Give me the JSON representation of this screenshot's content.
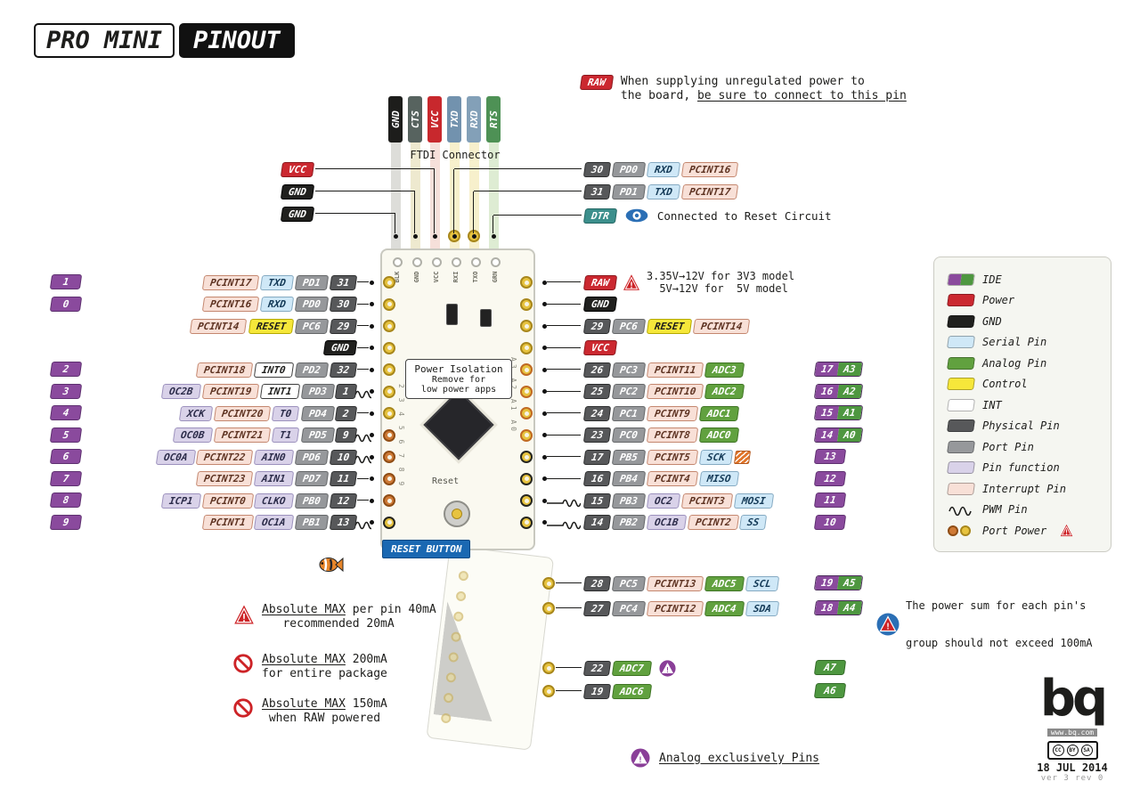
{
  "title": {
    "left": "PRO MINI",
    "right": "PINOUT"
  },
  "raw_note": {
    "badge": "RAW",
    "line1": "When supplying unregulated power to",
    "line2_pre": "the board, ",
    "line2_underlined": "be sure to connect to this pin"
  },
  "ftdi": {
    "label": "FTDI Connector",
    "pins": [
      {
        "label": "GND",
        "color": "#1d1d1b",
        "stripe": "#bcbcb4"
      },
      {
        "label": "CTS",
        "color": "#57635f",
        "stripe": "#ddd3a0"
      },
      {
        "label": "VCC",
        "color": "#c8282d",
        "stripe": "#eec2b6"
      },
      {
        "label": "TXD",
        "color": "#7292ae",
        "stripe": "#efe29a"
      },
      {
        "label": "RXD",
        "color": "#83a0b8",
        "stripe": "#efe29a"
      },
      {
        "label": "RTS",
        "color": "#4e9155",
        "stripe": "#bedaa8"
      }
    ],
    "left": [
      {
        "t": "VCC",
        "k": "power",
        "target": 2
      },
      {
        "t": "GND",
        "k": "gnd",
        "target": 1
      },
      {
        "t": "GND",
        "k": "gnd",
        "target": 0
      }
    ],
    "right": [
      {
        "target": 3,
        "badges": [
          {
            "t": "30",
            "k": "phys"
          },
          {
            "t": "PD0",
            "k": "port"
          },
          {
            "t": "RXD",
            "k": "serial"
          },
          {
            "t": "PCINT16",
            "k": "intr"
          }
        ]
      },
      {
        "target": 4,
        "badges": [
          {
            "t": "31",
            "k": "phys"
          },
          {
            "t": "PD1",
            "k": "port"
          },
          {
            "t": "TXD",
            "k": "serial"
          },
          {
            "t": "PCINT17",
            "k": "intr"
          }
        ]
      },
      {
        "target": 5,
        "eye": true,
        "badges": [
          {
            "t": "DTR",
            "k": "dtr"
          }
        ]
      }
    ]
  },
  "dtr_note": "Connected to Reset Circuit",
  "pin_rows": {
    "left": [
      {
        "ide": "1",
        "pad": "gold",
        "badges": [
          {
            "t": "PCINT17",
            "k": "intr"
          },
          {
            "t": "TXD",
            "k": "serial"
          },
          {
            "t": "PD1",
            "k": "port"
          },
          {
            "t": "31",
            "k": "phys"
          }
        ]
      },
      {
        "ide": "0",
        "pad": "gold",
        "badges": [
          {
            "t": "PCINT16",
            "k": "intr"
          },
          {
            "t": "RXD",
            "k": "serial"
          },
          {
            "t": "PD0",
            "k": "port"
          },
          {
            "t": "30",
            "k": "phys"
          }
        ]
      },
      {
        "pad": "gold",
        "badges": [
          {
            "t": "PCINT14",
            "k": "intr"
          },
          {
            "t": "RESET",
            "k": "control"
          },
          {
            "t": "PC6",
            "k": "port"
          },
          {
            "t": "29",
            "k": "phys"
          }
        ]
      },
      {
        "pad": "gold",
        "badges": [
          {
            "t": "GND",
            "k": "gnd"
          }
        ]
      },
      {
        "ide": "2",
        "pad": "gold",
        "badges": [
          {
            "t": "PCINT18",
            "k": "intr"
          },
          {
            "t": "INT0",
            "k": "int"
          },
          {
            "t": "PD2",
            "k": "port"
          },
          {
            "t": "32",
            "k": "phys"
          }
        ]
      },
      {
        "ide": "3",
        "pad": "gold",
        "pwm": true,
        "badges": [
          {
            "t": "OC2B",
            "k": "func"
          },
          {
            "t": "PCINT19",
            "k": "intr"
          },
          {
            "t": "INT1",
            "k": "int"
          },
          {
            "t": "PD3",
            "k": "port"
          },
          {
            "t": "1",
            "k": "phys"
          }
        ]
      },
      {
        "ide": "4",
        "pad": "gold",
        "badges": [
          {
            "t": "XCK",
            "k": "func"
          },
          {
            "t": "PCINT20",
            "k": "intr"
          },
          {
            "t": "T0",
            "k": "func"
          },
          {
            "t": "PD4",
            "k": "port"
          },
          {
            "t": "2",
            "k": "phys"
          }
        ]
      },
      {
        "ide": "5",
        "pad": "orange",
        "pwm": true,
        "badges": [
          {
            "t": "OC0B",
            "k": "func"
          },
          {
            "t": "PCINT21",
            "k": "intr"
          },
          {
            "t": "T1",
            "k": "func"
          },
          {
            "t": "PD5",
            "k": "port"
          },
          {
            "t": "9",
            "k": "phys"
          }
        ]
      },
      {
        "ide": "6",
        "pad": "orange",
        "pwm": true,
        "badges": [
          {
            "t": "OC0A",
            "k": "func"
          },
          {
            "t": "PCINT22",
            "k": "intr"
          },
          {
            "t": "AIN0",
            "k": "func"
          },
          {
            "t": "PD6",
            "k": "port"
          },
          {
            "t": "10",
            "k": "phys"
          }
        ]
      },
      {
        "ide": "7",
        "pad": "orange",
        "badges": [
          {
            "t": "PCINT23",
            "k": "intr"
          },
          {
            "t": "AIN1",
            "k": "func"
          },
          {
            "t": "PD7",
            "k": "port"
          },
          {
            "t": "11",
            "k": "phys"
          }
        ]
      },
      {
        "ide": "8",
        "pad": "orange",
        "badges": [
          {
            "t": "ICP1",
            "k": "func"
          },
          {
            "t": "PCINT0",
            "k": "intr"
          },
          {
            "t": "CLKO",
            "k": "func"
          },
          {
            "t": "PB0",
            "k": "port"
          },
          {
            "t": "12",
            "k": "phys"
          }
        ]
      },
      {
        "ide": "9",
        "pad": "ring",
        "pwm": true,
        "badges": [
          {
            "t": "PCINT1",
            "k": "intr"
          },
          {
            "t": "OC1A",
            "k": "func"
          },
          {
            "t": "PB1",
            "k": "port"
          },
          {
            "t": "13",
            "k": "phys"
          }
        ]
      }
    ],
    "right": [
      {
        "pad": "gold",
        "badges": [
          {
            "t": "RAW",
            "k": "power"
          }
        ],
        "note": [
          "3.35V→12V for 3V3 model",
          "  5V→12V for  5V model"
        ]
      },
      {
        "pad": "gold",
        "badges": [
          {
            "t": "GND",
            "k": "gnd"
          }
        ]
      },
      {
        "pad": "gold",
        "badges": [
          {
            "t": "29",
            "k": "phys"
          },
          {
            "t": "PC6",
            "k": "port"
          },
          {
            "t": "RESET",
            "k": "control"
          },
          {
            "t": "PCINT14",
            "k": "intr"
          }
        ]
      },
      {
        "pad": "gold",
        "badges": [
          {
            "t": "VCC",
            "k": "power"
          }
        ]
      },
      {
        "pad": "orangering",
        "ide": {
          "d": "17",
          "a": "A3"
        },
        "badges": [
          {
            "t": "26",
            "k": "phys"
          },
          {
            "t": "PC3",
            "k": "port"
          },
          {
            "t": "PCINT11",
            "k": "intr"
          },
          {
            "t": "ADC3",
            "k": "analog"
          }
        ]
      },
      {
        "pad": "orangering",
        "ide": {
          "d": "16",
          "a": "A2"
        },
        "badges": [
          {
            "t": "25",
            "k": "phys"
          },
          {
            "t": "PC2",
            "k": "port"
          },
          {
            "t": "PCINT10",
            "k": "intr"
          },
          {
            "t": "ADC2",
            "k": "analog"
          }
        ]
      },
      {
        "pad": "orangering",
        "ide": {
          "d": "15",
          "a": "A1"
        },
        "badges": [
          {
            "t": "24",
            "k": "phys"
          },
          {
            "t": "PC1",
            "k": "port"
          },
          {
            "t": "PCINT9",
            "k": "intr"
          },
          {
            "t": "ADC1",
            "k": "analog"
          }
        ]
      },
      {
        "pad": "orangering",
        "ide": {
          "d": "14",
          "a": "A0"
        },
        "badges": [
          {
            "t": "23",
            "k": "phys"
          },
          {
            "t": "PC0",
            "k": "port"
          },
          {
            "t": "PCINT8",
            "k": "intr"
          },
          {
            "t": "ADC0",
            "k": "analog"
          }
        ]
      },
      {
        "pad": "ring",
        "ide": {
          "d": "13"
        },
        "sck": true,
        "badges": [
          {
            "t": "17",
            "k": "phys"
          },
          {
            "t": "PB5",
            "k": "port"
          },
          {
            "t": "PCINT5",
            "k": "intr"
          },
          {
            "t": "SCK",
            "k": "serial"
          }
        ]
      },
      {
        "pad": "ring",
        "ide": {
          "d": "12"
        },
        "badges": [
          {
            "t": "16",
            "k": "phys"
          },
          {
            "t": "PB4",
            "k": "port"
          },
          {
            "t": "PCINT4",
            "k": "intr"
          },
          {
            "t": "MISO",
            "k": "serial"
          }
        ]
      },
      {
        "pad": "ring",
        "ide": {
          "d": "11"
        },
        "pwm": true,
        "badges": [
          {
            "t": "15",
            "k": "phys"
          },
          {
            "t": "PB3",
            "k": "port"
          },
          {
            "t": "OC2",
            "k": "func"
          },
          {
            "t": "PCINT3",
            "k": "intr"
          },
          {
            "t": "MOSI",
            "k": "serial"
          }
        ]
      },
      {
        "pad": "ring",
        "ide": {
          "d": "10"
        },
        "pwm": true,
        "badges": [
          {
            "t": "14",
            "k": "phys"
          },
          {
            "t": "PB2",
            "k": "port"
          },
          {
            "t": "OC1B",
            "k": "func"
          },
          {
            "t": "PCINT2",
            "k": "intr"
          },
          {
            "t": "SS",
            "k": "serial"
          }
        ]
      }
    ],
    "bottom": [
      {
        "ide": {
          "d": "19",
          "a": "A5"
        },
        "badges": [
          {
            "t": "28",
            "k": "phys"
          },
          {
            "t": "PC5",
            "k": "port"
          },
          {
            "t": "PCINT13",
            "k": "intr"
          },
          {
            "t": "ADC5",
            "k": "analog"
          },
          {
            "t": "SCL",
            "k": "serial"
          }
        ]
      },
      {
        "ide": {
          "d": "18",
          "a": "A4"
        },
        "badges": [
          {
            "t": "27",
            "k": "phys"
          },
          {
            "t": "PC4",
            "k": "port"
          },
          {
            "t": "PCINT12",
            "k": "intr"
          },
          {
            "t": "ADC4",
            "k": "analog"
          },
          {
            "t": "SDA",
            "k": "serial"
          }
        ]
      },
      {
        "ide": {
          "a": "A7"
        },
        "warn": "purple",
        "badges": [
          {
            "t": "22",
            "k": "phys"
          },
          {
            "t": "ADC7",
            "k": "analog"
          }
        ]
      },
      {
        "ide": {
          "a": "A6"
        },
        "badges": [
          {
            "t": "19",
            "k": "phys"
          },
          {
            "t": "ADC6",
            "k": "analog"
          }
        ]
      }
    ]
  },
  "board": {
    "top_labels": [
      "BLK",
      "GND",
      "VCC",
      "RXI",
      "TXO",
      "GRN"
    ],
    "power_isolation_title": "Power Isolation",
    "power_isolation_line1": "Remove for",
    "power_isolation_line2": "low power apps",
    "reset_silk": "Reset",
    "left_numbers": "2 3 4 5 6 7 8 9",
    "right_numbers": "A3 A2 A1 A0"
  },
  "reset_button_label": "RESET BUTTON",
  "warnings": [
    {
      "icon": "triangle",
      "underlined": "Absolute MAX",
      "rest": " per pin 40mA",
      "line2": "   recommended 20mA"
    },
    {
      "icon": "no-entry",
      "underlined": "Absolute MAX",
      "rest": " 200mA",
      "line2": "for entire package"
    },
    {
      "icon": "no-entry",
      "underlined": "Absolute MAX",
      "rest": " 150mA",
      "line2": " when RAW powered"
    }
  ],
  "power_sum_note": {
    "line1": "The power sum for each pin's",
    "line2": "group should not exceed 100mA"
  },
  "analog_note": "Analog exclusively Pins",
  "legend": [
    {
      "label": "IDE",
      "sw": "split"
    },
    {
      "label": "Power",
      "sw": "power"
    },
    {
      "label": "GND",
      "sw": "gnd"
    },
    {
      "label": "Serial Pin",
      "sw": "serial"
    },
    {
      "label": "Analog Pin",
      "sw": "analog"
    },
    {
      "label": "Control",
      "sw": "control"
    },
    {
      "label": "INT",
      "sw": "int"
    },
    {
      "label": "Physical Pin",
      "sw": "phys"
    },
    {
      "label": "Port Pin",
      "sw": "port"
    },
    {
      "label": "Pin function",
      "sw": "func"
    },
    {
      "label": "Interrupt Pin",
      "sw": "intr"
    },
    {
      "label": "PWM Pin",
      "sw": "pwm"
    },
    {
      "label": "Port Power",
      "sw": "portpower"
    }
  ],
  "icons": {
    "fish": "fish-icon",
    "eye": "reset-circuit-eye-icon",
    "warning_red": "warning-triangle-icon",
    "warning_purple": "analog-only-warning-icon",
    "warning_blue_red": "group-power-warning-icon",
    "no_entry": "no-entry-icon",
    "sck": "sck-hatch-icon"
  },
  "colors": {
    "ide_digital": "#8a4a9d",
    "ide_analog": "#4e9740",
    "power": "#cb2830",
    "gnd": "#20201e",
    "serial": "#cfe8f7",
    "analog": "#61a13f",
    "control": "#f6e73a",
    "int": "#ffffff",
    "physical": "#57585a",
    "port": "#96989b",
    "function": "#d9d2e9",
    "interrupt": "#f8e0d7",
    "dtr": "#3c8f8c",
    "reset_button": "#1a68b2"
  },
  "bq": {
    "name": "bq",
    "url": "www.bq.com",
    "cc": [
      "cc",
      "by",
      "sa"
    ],
    "date": "18 JUL 2014",
    "version": "ver 3 rev 0"
  }
}
